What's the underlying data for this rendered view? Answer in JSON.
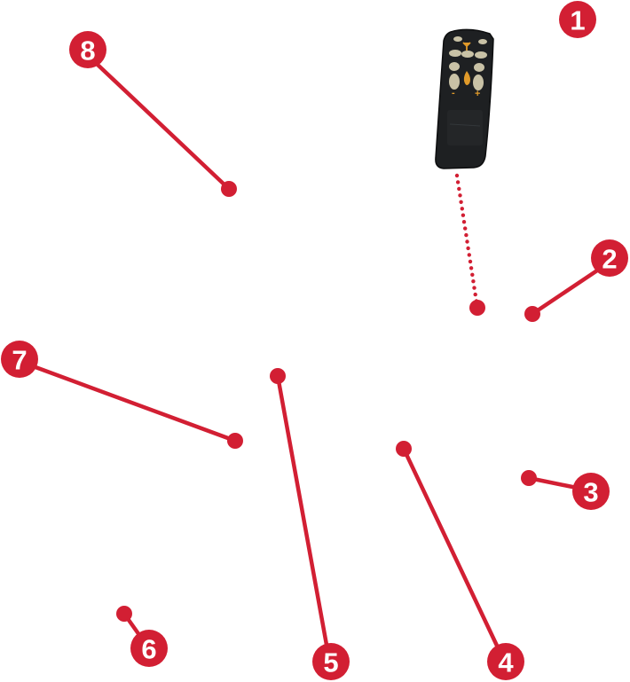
{
  "colors": {
    "callout": "#d21f33",
    "callout_text": "#ffffff",
    "remote_body": "#1e2022",
    "remote_button": "#c9c2a6",
    "remote_glyph": "#e09a2a"
  },
  "remote": {
    "icon": "remote-control-icon",
    "glyphs": [
      "-",
      "+"
    ]
  },
  "callouts": [
    {
      "number": "1"
    },
    {
      "number": "2"
    },
    {
      "number": "3"
    },
    {
      "number": "4"
    },
    {
      "number": "5"
    },
    {
      "number": "6"
    },
    {
      "number": "7"
    },
    {
      "number": "8"
    }
  ]
}
